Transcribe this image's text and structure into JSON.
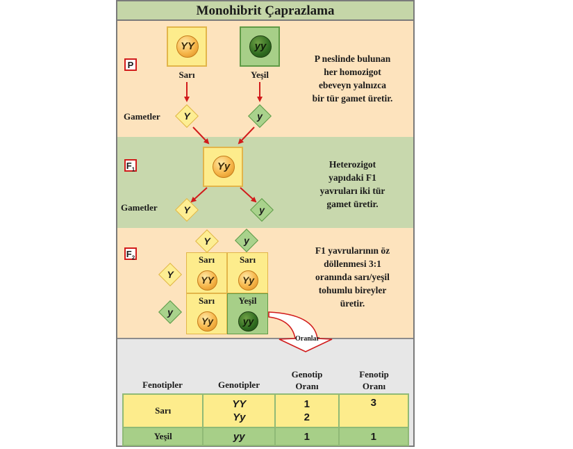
{
  "title": "Monohibrit Çaprazlama",
  "p_section": {
    "label": "P",
    "parent_yellow": {
      "genotype": "YY",
      "phenotype": "Sarı"
    },
    "parent_green": {
      "genotype": "yy",
      "phenotype": "Yeşil"
    },
    "gametes_label": "Gametler",
    "gamete_yellow": "Y",
    "gamete_green": "y",
    "note_lines": [
      "P neslinde bulunan",
      "her homozigot",
      "ebeveyn yalnızca",
      "bir tür gamet üretir."
    ]
  },
  "f1_section": {
    "label_main": "F",
    "label_sub": "1",
    "offspring_genotype": "Yy",
    "gametes_label": "Gametler",
    "gamete_left": "Y",
    "gamete_right": "y",
    "note_lines": [
      "Heterozigot",
      "yapıdaki F1",
      "yavruları iki tür",
      "gamet üretir."
    ]
  },
  "f2_section": {
    "label_main": "F",
    "label_sub": "2",
    "top_gametes": [
      "Y",
      "y"
    ],
    "side_gametes": [
      "Y",
      "y"
    ],
    "cells": [
      {
        "phenotype": "Sarı",
        "genotype": "YY"
      },
      {
        "phenotype": "Sarı",
        "genotype": "Yy"
      },
      {
        "phenotype": "Sarı",
        "genotype": "Yy"
      },
      {
        "phenotype": "Yeşil",
        "genotype": "yy"
      }
    ],
    "note_lines": [
      "F1 yavrularının öz",
      "döllenmesi 3:1",
      "oranında sarı/yeşil",
      "tohumlu bireyler",
      "üretir."
    ],
    "arrow_label": "Oranlar"
  },
  "table": {
    "headers": {
      "phenotypes": "Fenotipler",
      "genotypes": "Genotipler",
      "genotype_ratio": [
        "Genotip",
        "Oranı"
      ],
      "phenotype_ratio": [
        "Fenotip",
        "Oranı"
      ]
    },
    "rows": [
      {
        "phenotype": "Sarı",
        "genotypes": [
          "YY",
          "Yy"
        ],
        "genotype_ratio": [
          "1",
          "2"
        ],
        "phenotype_ratio": "3"
      },
      {
        "phenotype": "Yeşil",
        "genotypes": [
          "yy"
        ],
        "genotype_ratio": [
          "1"
        ],
        "phenotype_ratio": "1"
      }
    ]
  },
  "colors": {
    "yellow_fill": "#fdec8c",
    "green_fill": "#a7cf88",
    "arrow_red": "#d11b1b",
    "peach_band": "#fde3bd",
    "sage_band": "#c8d8ad"
  }
}
